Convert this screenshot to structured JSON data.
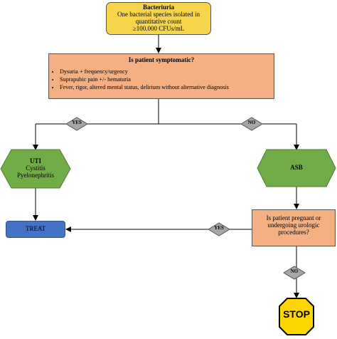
{
  "start": {
    "title": "Bacteriuria",
    "lines": [
      "One bacterial species isolated in",
      "quantitative count",
      "≥100.000 CFUs/mL"
    ]
  },
  "symptomatic": {
    "question": "Is patient symptomatic?",
    "items": [
      "Dysuria + frequency/urgency",
      "Suprapubic pain +/- hematuria",
      "Fever, rigor, altered mental status, delirium without alternative diagnosis"
    ]
  },
  "decisions": {
    "yes_left": "YES",
    "no_right": "NO",
    "yes_pregnant": "YES",
    "no_pregnant": "NO"
  },
  "uti": {
    "title": "UTI",
    "lines": [
      "Cystitis",
      "Pyelonephritis"
    ]
  },
  "asb": {
    "title": "ASB"
  },
  "pregnant": {
    "question_lines": [
      "Is patient pregnant or",
      "undergoing urologic",
      "procedures?"
    ]
  },
  "treat": {
    "label": "TREAT"
  },
  "stop": {
    "label": "STOP"
  },
  "colors": {
    "start_fill": "#f7d54a",
    "box_fill": "#f4b083",
    "hex_fill": "#70ad47",
    "treat_fill": "#4472c4",
    "diamond_fill": "#a6a6a6",
    "stop_fill": "#ffd700"
  }
}
